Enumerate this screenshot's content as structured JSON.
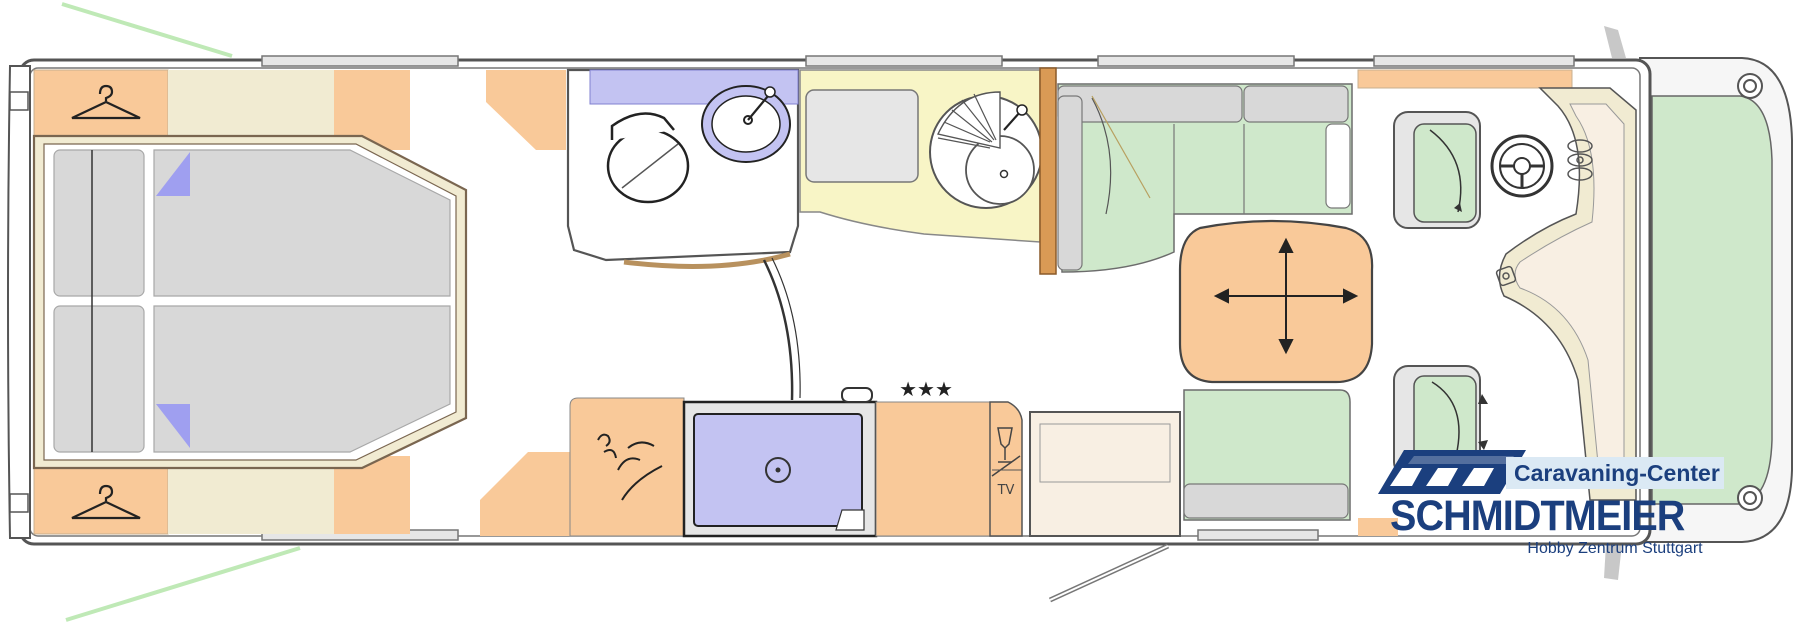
{
  "labels": {
    "stars": "★★★",
    "tv": "TV"
  },
  "logo": {
    "tagline": "Caravaning-Center",
    "brand": "SCHMIDTMEIER",
    "sub": "Hobby Zentrum Stuttgart"
  },
  "colors": {
    "wood": "#f9c999",
    "cream": "#f1ebd2",
    "green": "#cfe8cb",
    "blue": "#c3c3f2",
    "gray": "#d8d8d8",
    "yellow": "#f8f5c6",
    "brand_blue": "#1b3f7e"
  }
}
